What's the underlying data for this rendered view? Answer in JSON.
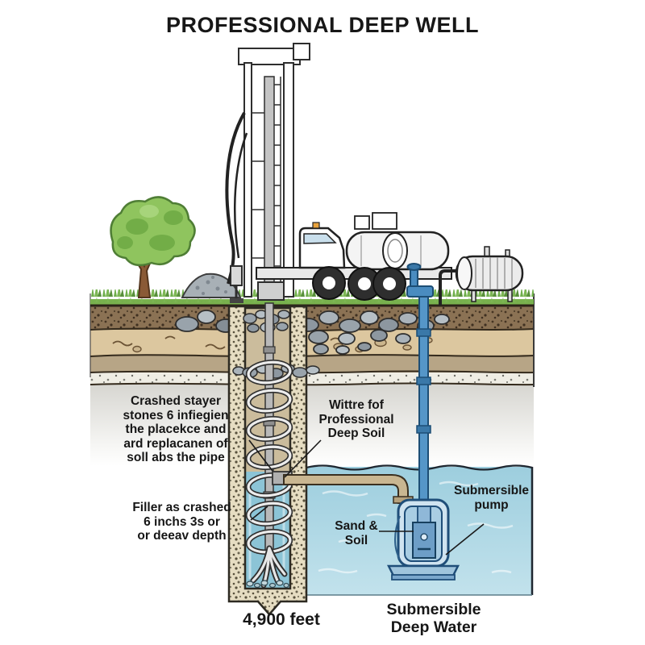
{
  "title": "PROFESSIONAL DEEP WELL",
  "annotations": {
    "gravel_pack_note": "Crashed stayer\nstones 6 infiegien\nthe placekce and\nard replacanen of\nsoll abs the pipe",
    "filler_note": "Filler as crashed\n6 inchs 3s or\nor deeav depth",
    "water_note": "Wittre fof\nProfessional\nDeep Soil",
    "sand_soil_label": "Sand &\nSoil",
    "pump_label": "Submersible\npump",
    "depth_label": "4,900 feet",
    "deep_water_label": "Submersible\nDeep Water"
  },
  "colors": {
    "water_blue": "#a9d2e0",
    "bore_water": "#8cc4d6",
    "grass_green": "#74ab4b",
    "topsoil_brown": "#8b7254",
    "sand_tan": "#dcc79f",
    "gravel_pack": "#e6ddc2",
    "pipe_blue": "#4a8cc0",
    "pipe_tan": "#c9b691",
    "ink": "#2b2b2b"
  }
}
